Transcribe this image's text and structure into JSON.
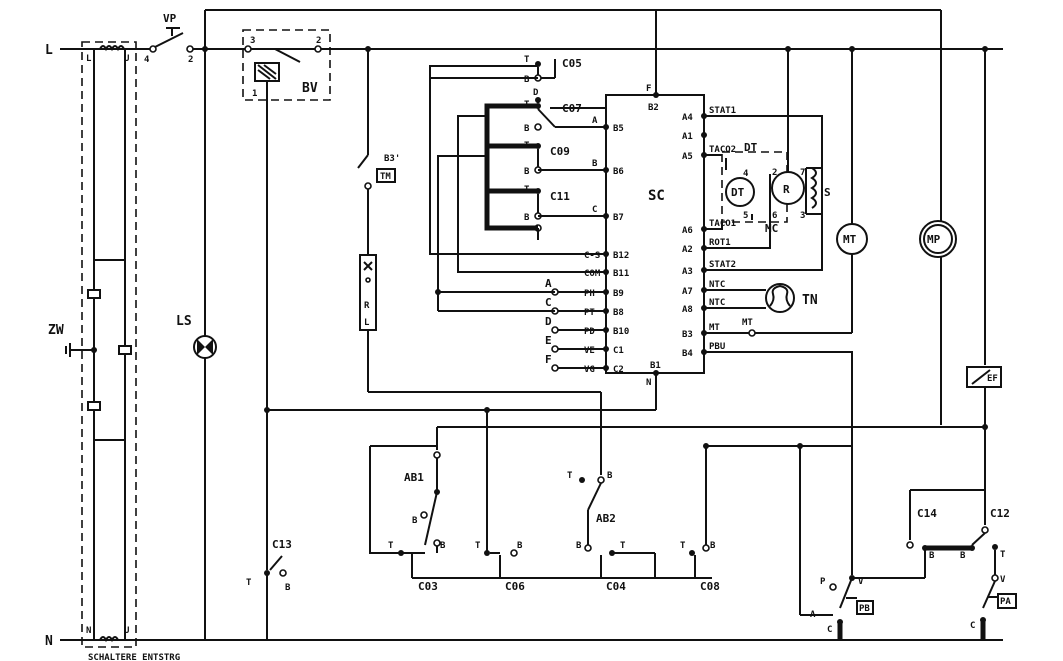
{
  "rails": {
    "line": "L",
    "neutral": "N"
  },
  "filter": {
    "name": "ZW",
    "in_line": "L",
    "out_line": "U",
    "in_neutral": "N",
    "out_neutral": "U"
  },
  "main_switch": {
    "name": "VP",
    "pin_a": "4",
    "pin_b": "2"
  },
  "door_lock": {
    "name": "BV",
    "pin_3": "3",
    "pin_2": "2",
    "pin_1": "1"
  },
  "lamp": {
    "name": "LS"
  },
  "thermostat": {
    "name": "B3'",
    "tag": "TM"
  },
  "heater": {
    "top": "R",
    "bottom": "L"
  },
  "controller": {
    "name": "SC",
    "top_pin": "F",
    "top_pin_num": "B2",
    "bottom_pin": "N",
    "bottom_pin_num": "B1",
    "left_pins": [
      {
        "letter": "A",
        "pin": "B5"
      },
      {
        "letter": "B",
        "pin": "B6"
      },
      {
        "letter": "C",
        "pin": "B7"
      },
      {
        "label": "C-S",
        "pin": "B12"
      },
      {
        "label": "COM",
        "pin": "B11"
      },
      {
        "letter": "A",
        "label": "PH",
        "pin": "B9"
      },
      {
        "letter": "C",
        "label": "PT",
        "pin": "B8"
      },
      {
        "letter": "D",
        "label": "PD",
        "pin": "B10"
      },
      {
        "letter": "E",
        "label": "VE",
        "pin": "C1"
      },
      {
        "letter": "F",
        "label": "VG",
        "pin": "C2"
      }
    ],
    "right_pins": [
      {
        "pin": "A4",
        "label": "STAT1"
      },
      {
        "pin": "A1",
        "label": ""
      },
      {
        "pin": "A5",
        "label": "TACO2"
      },
      {
        "pin": "A6",
        "label": "TACO1"
      },
      {
        "pin": "A2",
        "label": "ROT1"
      },
      {
        "pin": "A3",
        "label": "STAT2"
      },
      {
        "pin": "A7",
        "label": "NTC"
      },
      {
        "pin": "A8",
        "label": "NTC"
      },
      {
        "pin": "B3",
        "label": "MT"
      },
      {
        "pin": "B4",
        "label": "PBU"
      }
    ]
  },
  "cams_top": [
    {
      "name": "C05",
      "t": "T",
      "b": "B",
      "d": "D"
    },
    {
      "name": "C07",
      "t": "T",
      "b": "B"
    },
    {
      "name": "C09",
      "t": "T",
      "b": "B"
    },
    {
      "name": "C11",
      "t": "T",
      "b": "B"
    }
  ],
  "motor": {
    "name": "MC",
    "dt": "DT",
    "r": "R",
    "s": "S",
    "p4": "4",
    "p5": "5",
    "p2": "2",
    "p6": "6",
    "p7": "7",
    "p3": "3"
  },
  "ntc": {
    "name": "TN"
  },
  "mt_link": "MT",
  "timer_motor": "MT",
  "pump": "MP",
  "filter_ef": "EF",
  "bottom_switches": {
    "ab1": "AB1",
    "ab2": "AB2",
    "c03": "C03",
    "c06": "C06",
    "c04": "C04",
    "c08": "C08",
    "c13": "C13",
    "c14": "C14",
    "c12": "C12",
    "pb": "PB",
    "pa": "PA",
    "t": "T",
    "b": "B",
    "p": "P",
    "v": "V",
    "a": "A",
    "c": "C"
  },
  "footer_text": "SCHALTERE ENTSTRG"
}
